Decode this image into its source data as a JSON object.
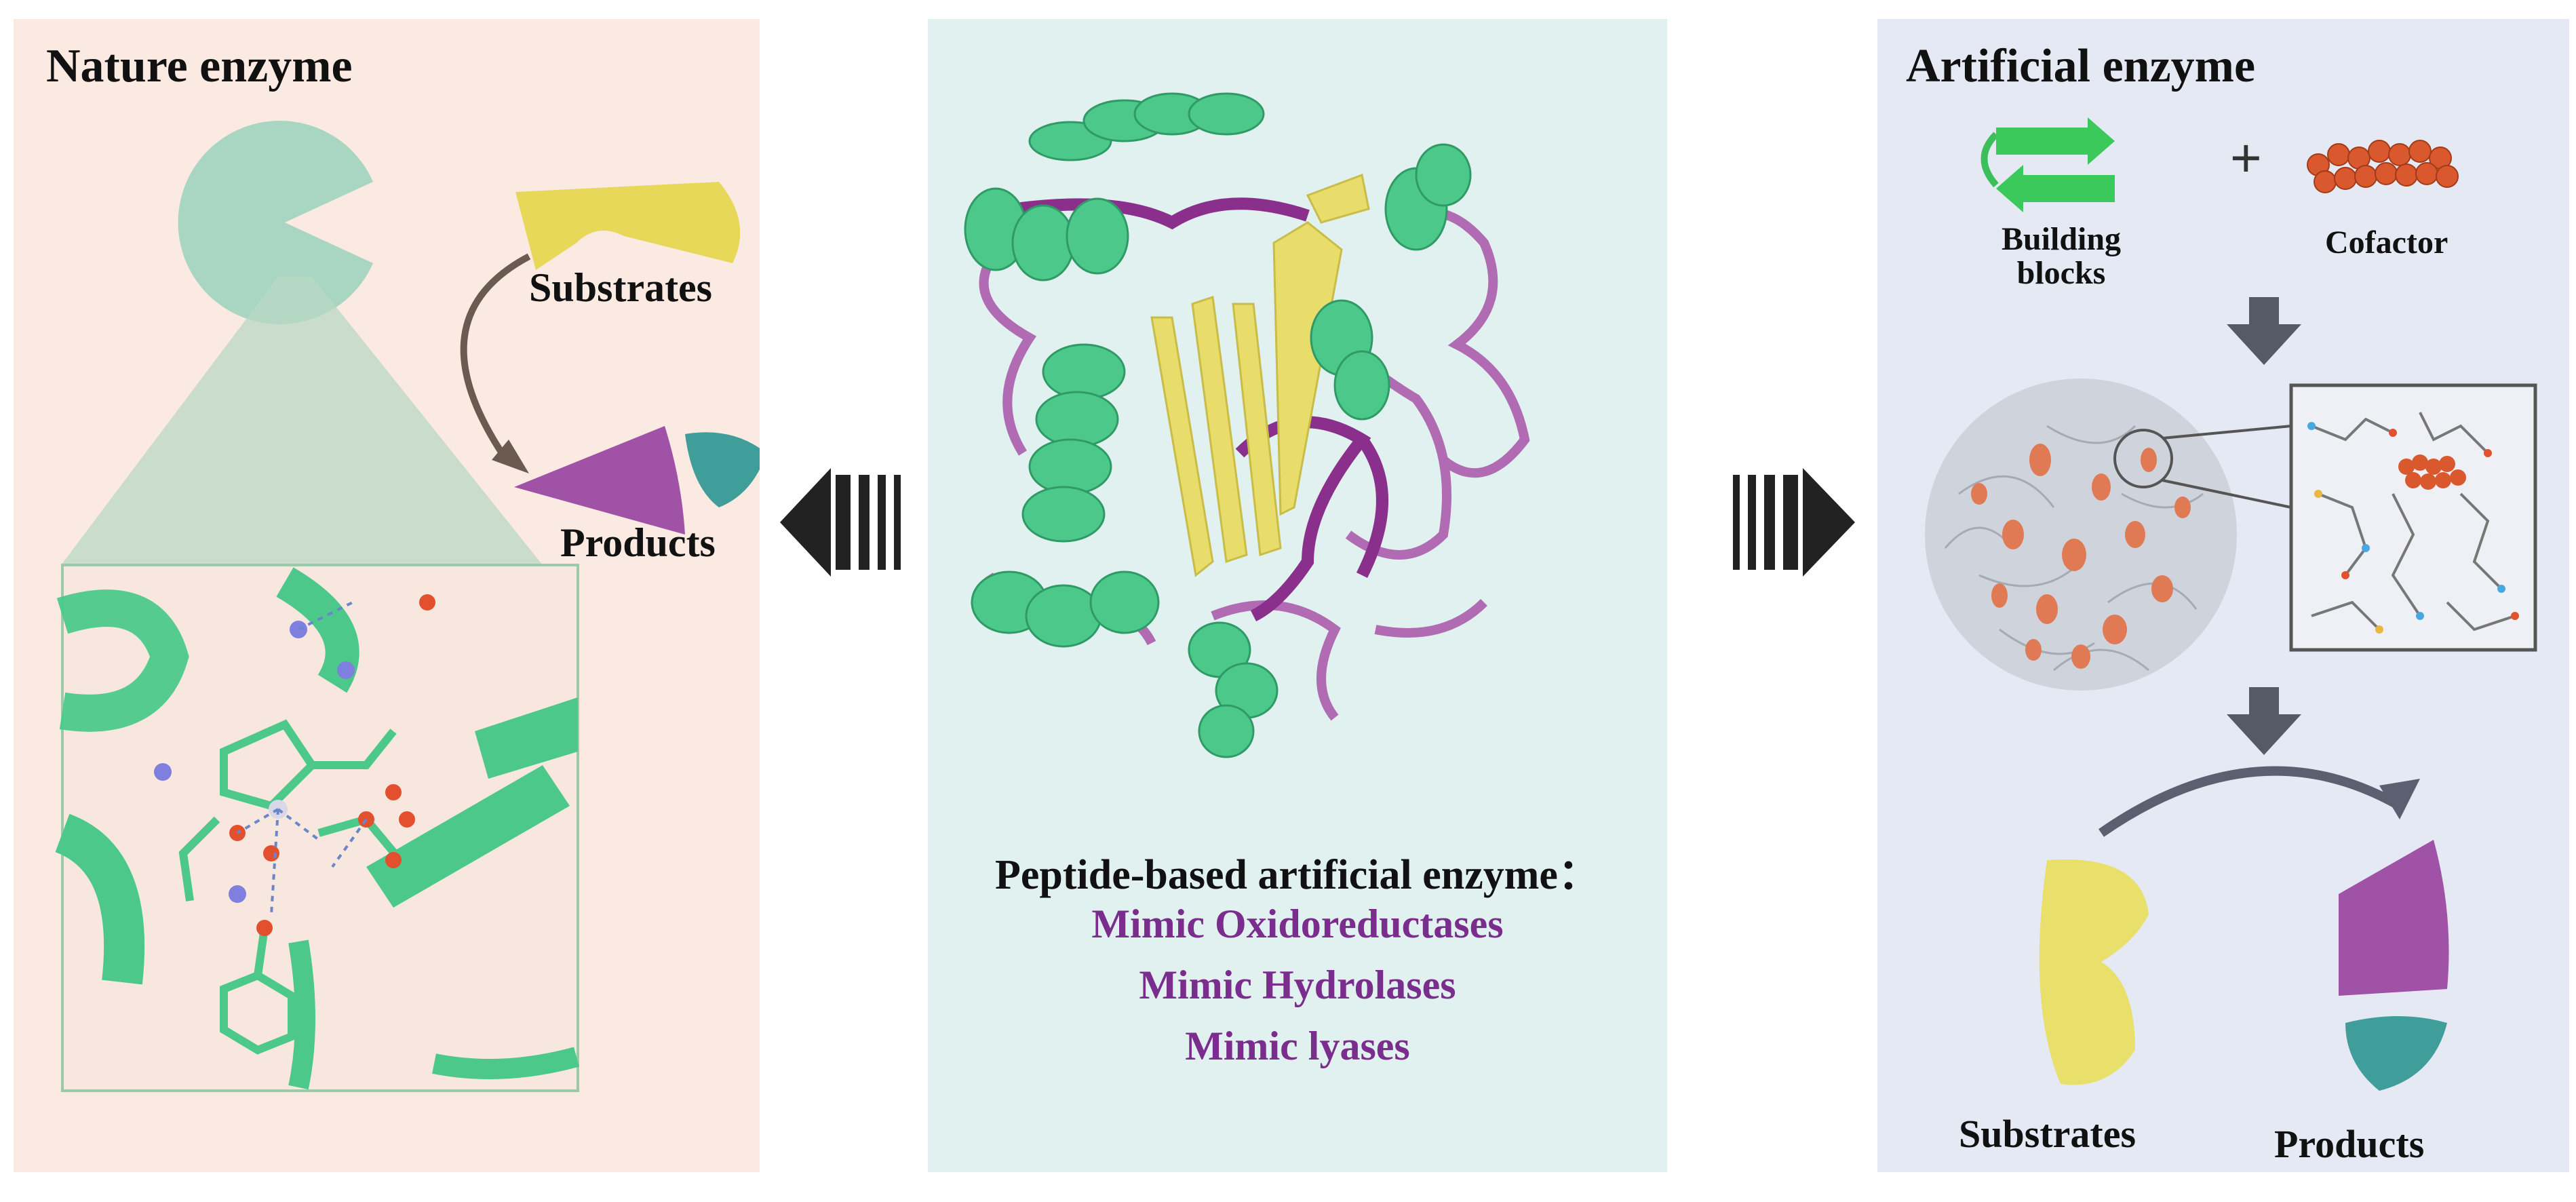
{
  "left_panel": {
    "title": "Nature enzyme",
    "substrates_label": "Substrates",
    "products_label": "Products"
  },
  "center_panel": {
    "heading": "Peptide-based artificial enzyme：",
    "items": [
      "Mimic Oxidoreductases",
      "Mimic Hydrolases",
      "Mimic lyases"
    ]
  },
  "right_panel": {
    "title": "Artificial enzyme",
    "plus_sign": "+",
    "building_blocks_label": "Building blocks",
    "cofactor_label": "Cofactor",
    "substrates_label": "Substrates",
    "products_label": "Products"
  },
  "colors": {
    "left_bg": "#fbeae2",
    "center_bg": "#e0f1ef",
    "right_bg": "#e4e9f3",
    "helix_green": "#4cc98a",
    "sheet_yellow": "#e8dd6a",
    "loop_purple": "#8e3a8e",
    "substrate_yellow": "#e8d85a",
    "product_purple": "#a052a6",
    "product_teal": "#3f9e9a",
    "cofactor_orange": "#d9582e",
    "mimic_text_purple": "#7b2d8e",
    "arrow_dark": "#222222"
  },
  "icons": [
    "enzyme-pacman-icon",
    "substrate-wedge-icon",
    "product-wedge-icon",
    "product-teal-icon",
    "left-arrow-icon",
    "right-arrow-icon",
    "down-arrow-icon",
    "beta-hairpin-icon",
    "cofactor-cluster-icon",
    "nanozyme-sphere-icon"
  ]
}
